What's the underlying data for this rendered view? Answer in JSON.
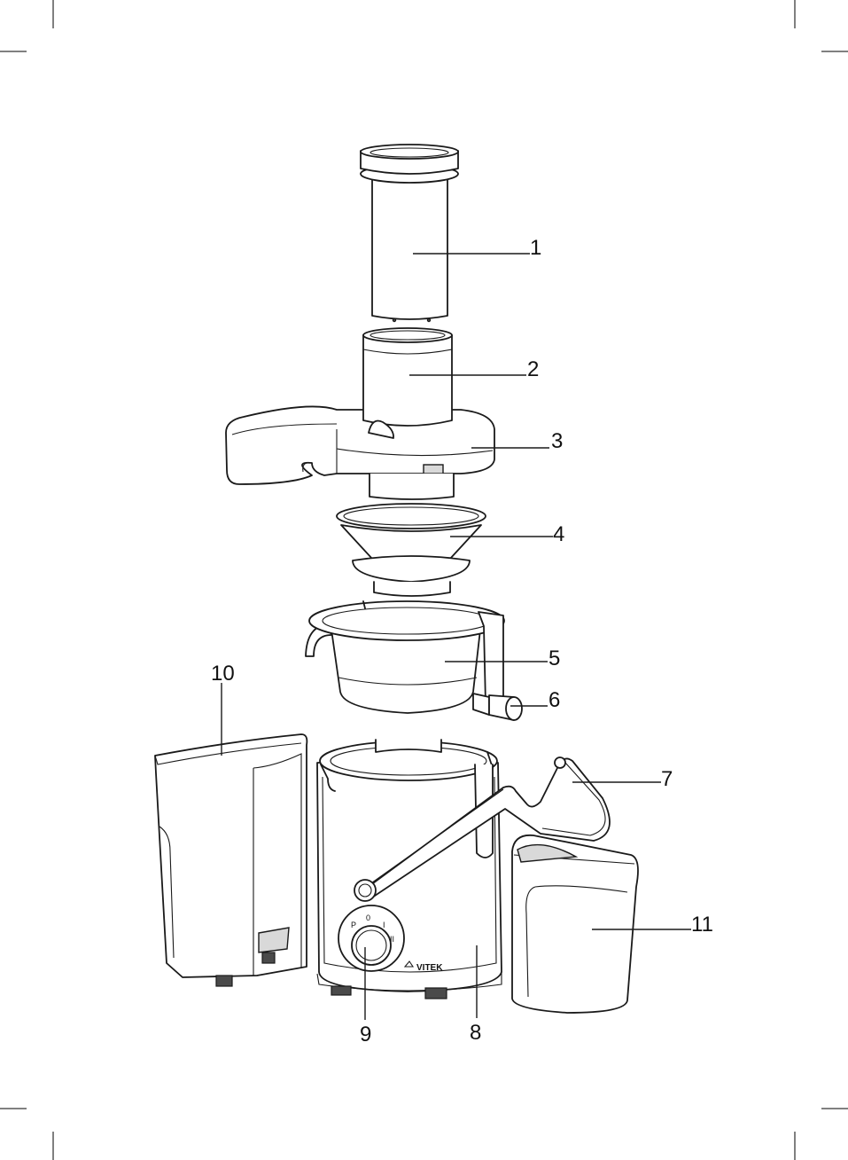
{
  "callouts": {
    "c1": "1",
    "c2": "2",
    "c3": "3",
    "c4": "4",
    "c5": "5",
    "c6": "6",
    "c7": "7",
    "c8": "8",
    "c9": "9",
    "c10": "10",
    "c11": "11"
  },
  "dial": {
    "p": "P",
    "zero": "0",
    "one": "I",
    "two": "II"
  },
  "brand": "VITEK"
}
